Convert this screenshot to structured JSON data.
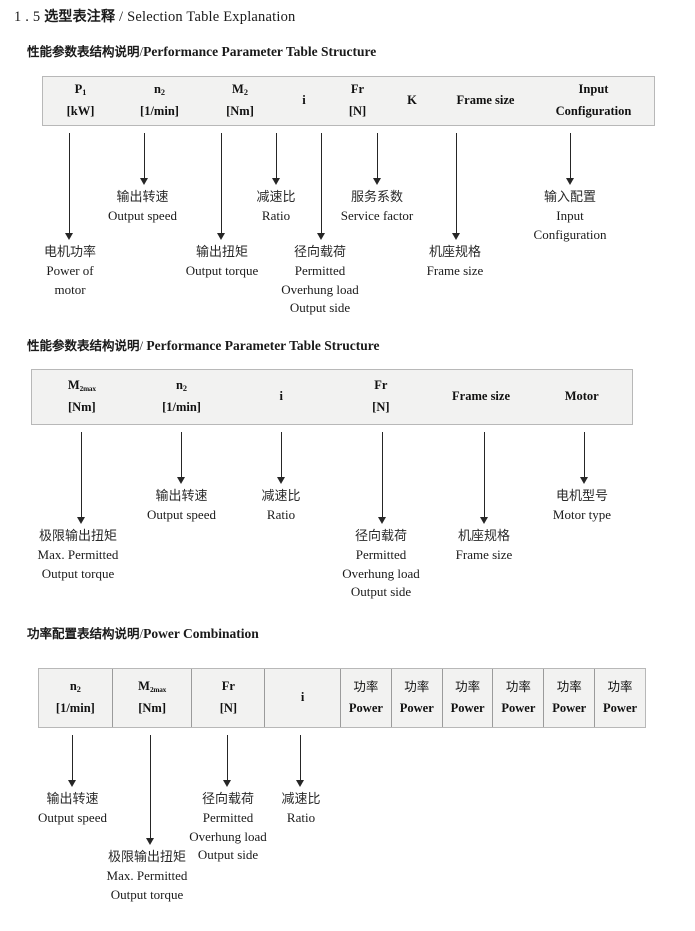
{
  "document": {
    "title_number": "1 . 5",
    "title_cn": "选型表注释",
    "title_separator": "/",
    "title_en": "Selection Table Explanation"
  },
  "sections": [
    {
      "heading_cn": "性能参数表结构说明",
      "heading_sep": "/",
      "heading_en": "Performance Parameter Table Structure",
      "table": {
        "columns": [
          {
            "line1": "P",
            "sub1": "1",
            "line2": "[kW]"
          },
          {
            "line1": "n",
            "sub1": "2",
            "line2": "[1/min]"
          },
          {
            "line1": "M",
            "sub1": "2",
            "line2": "[Nm]"
          },
          {
            "line1": "i",
            "sub1": "",
            "line2": ""
          },
          {
            "line1": "Fr",
            "sub1": "",
            "line2": "[N]"
          },
          {
            "line1": "K",
            "sub1": "",
            "line2": ""
          },
          {
            "line1": "Frame size",
            "sub1": "",
            "line2": ""
          },
          {
            "line1": "Input",
            "sub1": "",
            "line2": "Configuration"
          }
        ]
      },
      "notes": [
        {
          "cn": "电机功率",
          "en1": "Power of",
          "en2": "motor",
          "en3": "",
          "en4": ""
        },
        {
          "cn": "输出转速",
          "en1": "Output speed",
          "en2": "",
          "en3": "",
          "en4": ""
        },
        {
          "cn": "输出扭矩",
          "en1": "Output torque",
          "en2": "",
          "en3": "",
          "en4": ""
        },
        {
          "cn": "减速比",
          "en1": "Ratio",
          "en2": "",
          "en3": "",
          "en4": ""
        },
        {
          "cn": "径向载荷",
          "en1": "Permitted",
          "en2": "Overhung load",
          "en3": "Output side",
          "en4": ""
        },
        {
          "cn": "服务系数",
          "en1": "Service factor",
          "en2": "",
          "en3": "",
          "en4": ""
        },
        {
          "cn": "机座规格",
          "en1": "Frame size",
          "en2": "",
          "en3": "",
          "en4": ""
        },
        {
          "cn": "输入配置",
          "en1": "Input",
          "en2": "Configuration",
          "en3": "",
          "en4": ""
        }
      ]
    },
    {
      "heading_cn": "性能参数表结构说明",
      "heading_sep": "/",
      "heading_en": "Performance Parameter Table Structure",
      "table": {
        "columns": [
          {
            "line1": "M",
            "sub1": "2max",
            "line2": "[Nm]"
          },
          {
            "line1": "n",
            "sub1": "2",
            "line2": "[1/min]"
          },
          {
            "line1": "i",
            "sub1": "",
            "line2": ""
          },
          {
            "line1": "Fr",
            "sub1": "",
            "line2": "[N]"
          },
          {
            "line1": "Frame size",
            "sub1": "",
            "line2": ""
          },
          {
            "line1": "Motor",
            "sub1": "",
            "line2": ""
          }
        ]
      },
      "notes": [
        {
          "cn": "极限输出扭矩",
          "en1": "Max. Permitted",
          "en2": "Output  torque",
          "en3": "",
          "en4": ""
        },
        {
          "cn": "输出转速",
          "en1": "Output speed",
          "en2": "",
          "en3": "",
          "en4": ""
        },
        {
          "cn": "减速比",
          "en1": "Ratio",
          "en2": "",
          "en3": "",
          "en4": ""
        },
        {
          "cn": "径向载荷",
          "en1": "Permitted",
          "en2": "Overhung load",
          "en3": "Output side",
          "en4": ""
        },
        {
          "cn": "机座规格",
          "en1": "Frame size",
          "en2": "",
          "en3": "",
          "en4": ""
        },
        {
          "cn": "电机型号",
          "en1": "Motor type",
          "en2": "",
          "en3": "",
          "en4": ""
        }
      ]
    },
    {
      "heading_cn": "功率配置表结构说明",
      "heading_sep": "/",
      "heading_en": "Power Combination",
      "table": {
        "columns": [
          {
            "line1": "n",
            "sub1": "2",
            "line2": "[1/min]"
          },
          {
            "line1": "M",
            "sub1": "2max",
            "line2": "[Nm]"
          },
          {
            "line1": "Fr",
            "sub1": "",
            "line2": "[N]"
          },
          {
            "line1": "i",
            "sub1": "",
            "line2": ""
          },
          {
            "line1": "功率",
            "sub1": "",
            "line2": "Power"
          },
          {
            "line1": "功率",
            "sub1": "",
            "line2": "Power"
          },
          {
            "line1": "功率",
            "sub1": "",
            "line2": "Power"
          },
          {
            "line1": "功率",
            "sub1": "",
            "line2": "Power"
          },
          {
            "line1": "功率",
            "sub1": "",
            "line2": "Power"
          },
          {
            "line1": "功率",
            "sub1": "",
            "line2": "Power"
          }
        ]
      },
      "notes": [
        {
          "cn": "输出转速",
          "en1": "Output speed",
          "en2": "",
          "en3": "",
          "en4": ""
        },
        {
          "cn": "极限输出扭矩",
          "en1": "Max. Permitted",
          "en2": "Output  torque",
          "en3": "",
          "en4": ""
        },
        {
          "cn": "径向载荷",
          "en1": "Permitted",
          "en2": "Overhung load",
          "en3": "Output side",
          "en4": ""
        },
        {
          "cn": "减速比",
          "en1": "Ratio",
          "en2": "",
          "en3": "",
          "en4": ""
        }
      ]
    }
  ],
  "colors": {
    "table_fill": "#f2f2f1",
    "table_border": "#b8b8b8",
    "grid_line": "#9b9b9b",
    "arrow": "#262626",
    "text": "#1a1a1a"
  }
}
